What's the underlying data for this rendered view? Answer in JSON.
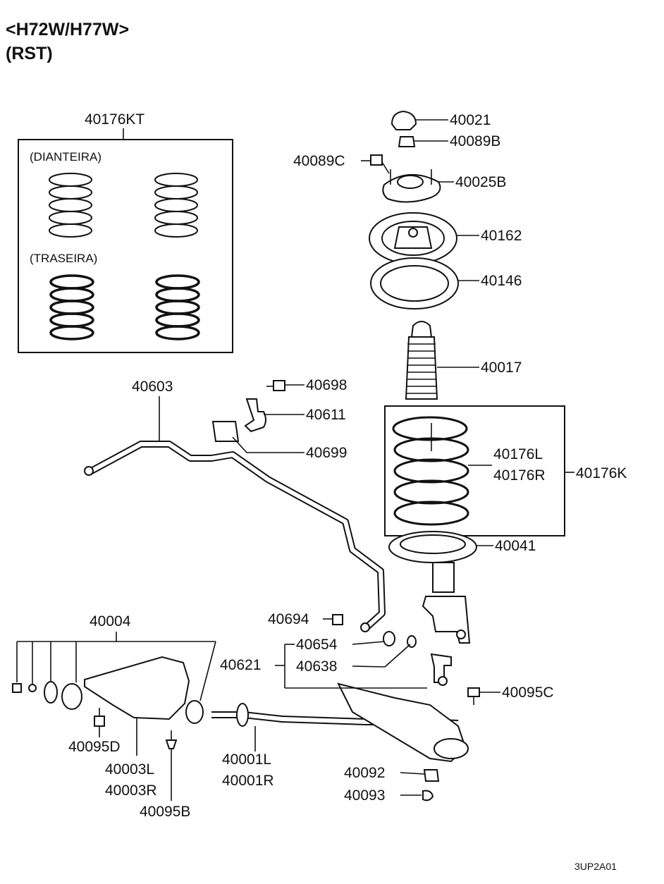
{
  "header": {
    "models": "<H72W/H77W>",
    "variant": "(RST)"
  },
  "spring_kit": {
    "part_number": "40176KT",
    "front_label": "(DIANTEIRA)",
    "rear_label": "(TRASEIRA)"
  },
  "labels": {
    "p40021": "40021",
    "p40089B": "40089B",
    "p40089C": "40089C",
    "p40025B": "40025B",
    "p40162": "40162",
    "p40146": "40146",
    "p40017": "40017",
    "p40603": "40603",
    "p40698": "40698",
    "p40611": "40611",
    "p40699": "40699",
    "p40176L": "40176L",
    "p40176R": "40176R",
    "p40176K": "40176K",
    "p40041": "40041",
    "p40004": "40004",
    "p40694": "40694",
    "p40654": "40654",
    "p40621": "40621",
    "p40638": "40638",
    "p40095C": "40095C",
    "p40095D": "40095D",
    "p40003L": "40003L",
    "p40003R": "40003R",
    "p40095B": "40095B",
    "p40001L": "40001L",
    "p40001R": "40001R",
    "p40092": "40092",
    "p40093": "40093"
  },
  "diagram_code": "3UP2A01"
}
